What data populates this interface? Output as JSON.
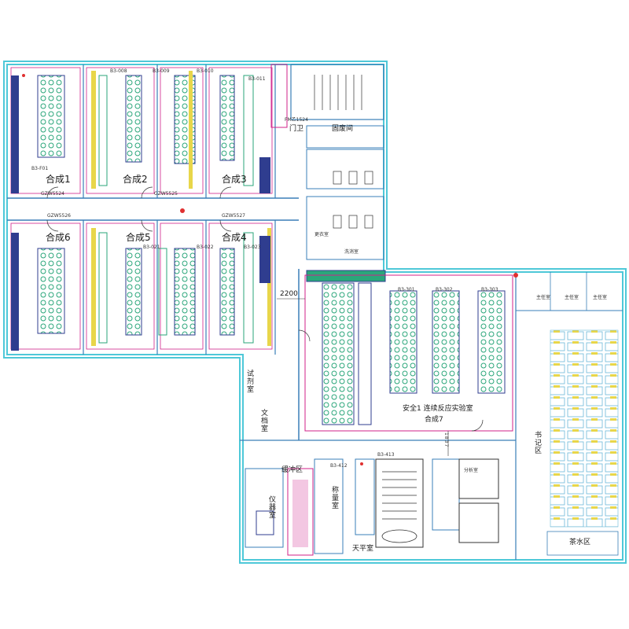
{
  "floor_plan": {
    "rooms": {
      "synthesis_1": "合成1",
      "synthesis_2": "合成2",
      "synthesis_3": "合成3",
      "synthesis_4": "合成4",
      "synthesis_5": "合成5",
      "synthesis_6": "合成6",
      "synthesis_7": "合成7",
      "safety_lab": "安全1 连续反应实验室",
      "door_office": "门卫",
      "waste_room": "固废间",
      "reagent_room": "试剂室",
      "document_room": "文档室",
      "buffer_zone": "缓冲区",
      "instrument_room": "仪器室",
      "weighing_room": "称量室",
      "balance_room": "天平室",
      "analysis_room": "分析室",
      "secretary_area": "书记区",
      "tea_room": "茶水区",
      "office_a": "主任室",
      "office_b": "主任室",
      "office_c": "主任室",
      "locker": "更衣室",
      "wash_room": "洗消室"
    },
    "dimensions": {
      "corridor_width": "2200",
      "stair_width": "1837"
    },
    "equipment_codes": {
      "top_left": "B3-F01",
      "hood_a": "B3-008",
      "hood_b": "B3-009",
      "hood_c": "B3-010",
      "hood_d": "B3-011",
      "row2_a": "GZW5524",
      "row2_b": "GZW5525",
      "row2_c": "GZW5526",
      "row2_d": "GZW5527",
      "mid_a": "B3-021",
      "mid_b": "B3-022",
      "mid_c": "B3-023",
      "safety_a": "B3-301",
      "safety_b": "B3-302",
      "safety_c": "B3-303",
      "lower_a": "B3-412",
      "lower_b": "B3-413",
      "door_code": "FM乙1524"
    },
    "colors": {
      "wall": "#3a7fb8",
      "wall_double": "#4ec8d8",
      "room_line": "#d0208a",
      "equipment": "#2f3d8f",
      "hood_fill": "#2aa67a",
      "hood_yellow": "#e8d64a",
      "accent_red": "#e03030",
      "grid_cyan": "#9fe0ea",
      "dim_line": "#333333"
    }
  }
}
